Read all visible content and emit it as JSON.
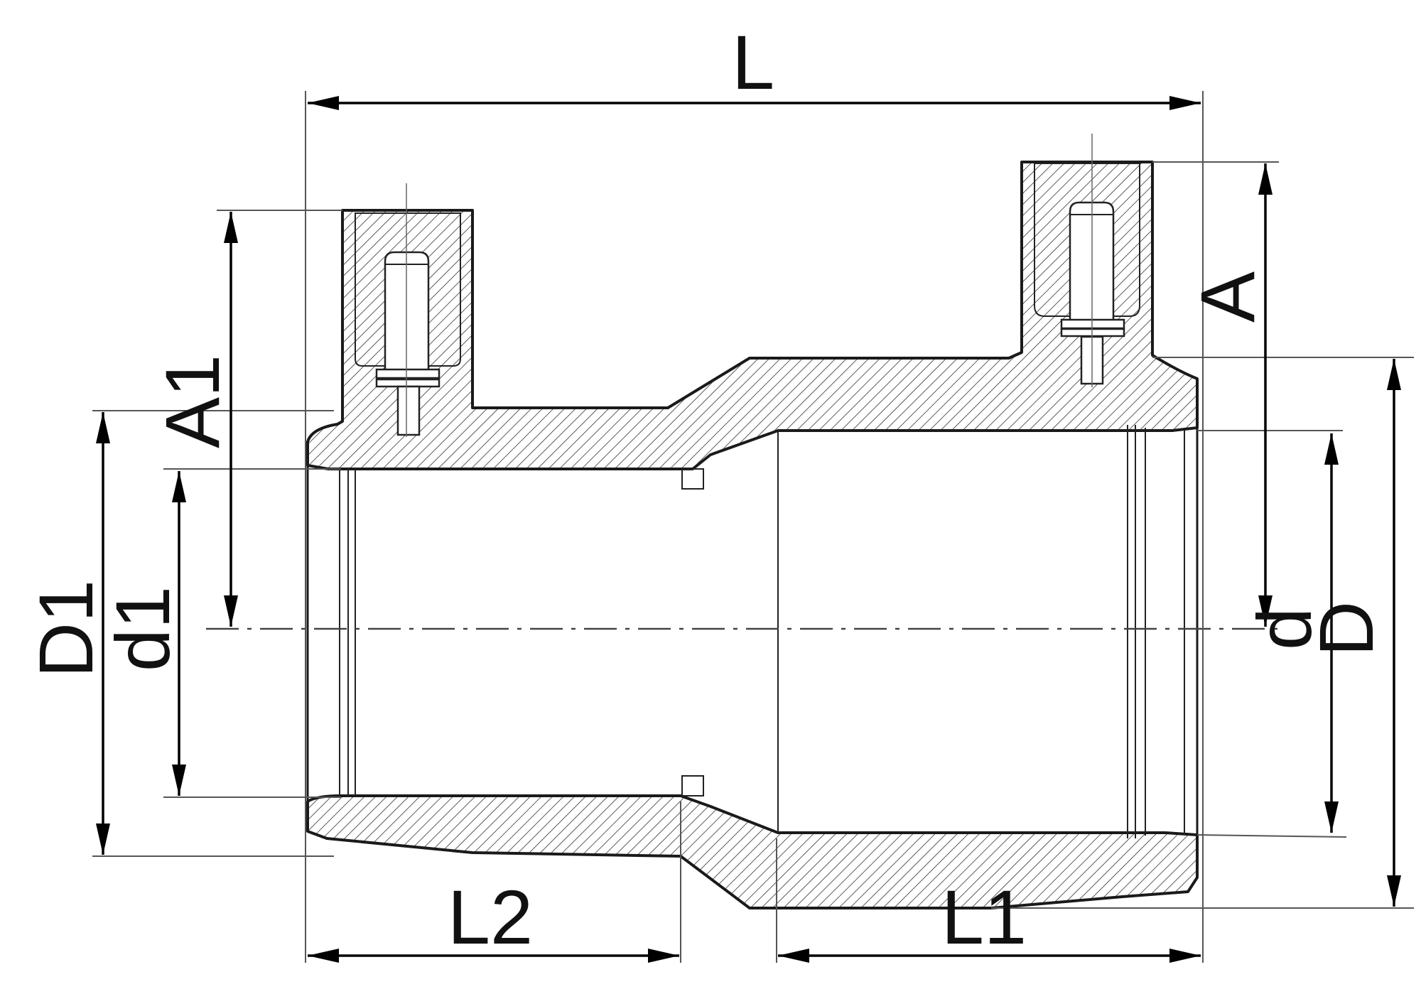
{
  "drawing": {
    "title": "",
    "colors": {
      "line": "#1a1a1a",
      "hatch": "#333333",
      "background": "#ffffff"
    },
    "labels": {
      "L": "L",
      "L1": "L1",
      "L2": "L2",
      "A": "A",
      "A1": "A1",
      "D": "D",
      "D1": "D1",
      "d": "d",
      "d1": "d1"
    }
  }
}
